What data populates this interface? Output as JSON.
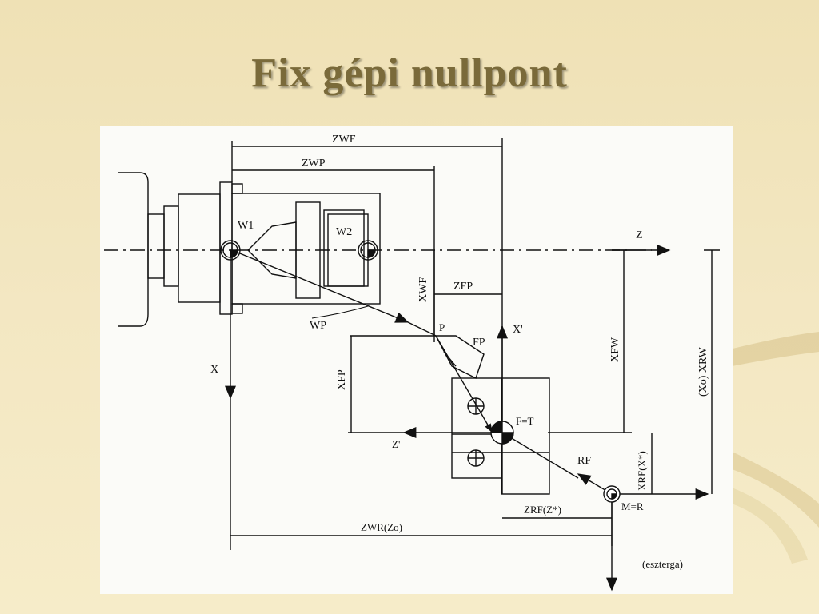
{
  "slide": {
    "title": "Fix gépi nullpont"
  },
  "diagram": {
    "labels": {
      "zwf": "ZWF",
      "zwp": "ZWP",
      "w1": "W1",
      "w2": "W2",
      "z": "Z",
      "xwf": "XWF",
      "zfp": "ZFP",
      "x": "X",
      "wp": "WP",
      "p": "P",
      "x_prime": "X'",
      "fp": "FP",
      "xfw": "XFW",
      "xo_xrw": "(Xo) XRW",
      "xfp": "XFP",
      "f_eq_t": "F=T",
      "z_prime": "Z'",
      "rf": "RF",
      "xrf_x": "XRF(X*)",
      "m_eq_r": "M=R",
      "zrf_z": "ZRF(Z*)",
      "zwr_zo": "ZWR(Zo)",
      "eszterga": "(eszterga)"
    }
  }
}
